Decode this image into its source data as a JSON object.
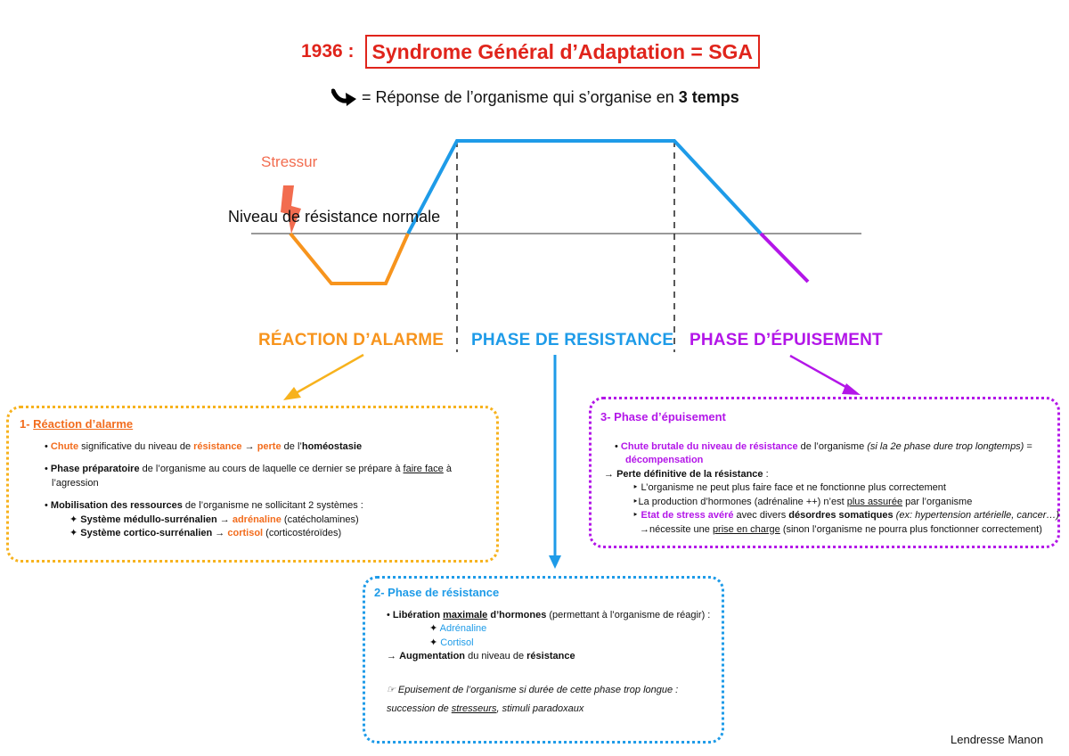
{
  "header": {
    "year": "1936 :",
    "title": "Syndrome Général d’Adaptation = SGA"
  },
  "subtitle": {
    "text": "= Réponse de l’organisme qui s’organise en ",
    "bold": "3 temps"
  },
  "curve": {
    "stressor_label": "Stressur",
    "normal_level_label": "Niveau de résistance normale"
  },
  "phases": {
    "alarm": "RÉACTION D’ALARME",
    "resistance": "PHASE DE RESISTANCE",
    "exhaustion": "PHASE D’ÉPUISEMENT"
  },
  "colors": {
    "title": "#e0241b",
    "alarm": "#f7941d",
    "resistance": "#1e9be8",
    "exhaustion": "#b316e8",
    "stressor": "#f26c4f"
  },
  "box1": {
    "num": "1- ",
    "title": "Réaction d’alarme",
    "b1": {
      "w1": "Chute",
      "t1": " significative du niveau de ",
      "w2": "résistance",
      "t2": " → ",
      "w3": "perte",
      "t3": " de l’",
      "w4": "homéostasie"
    },
    "b2": {
      "w1": "Phase préparatoire",
      "t1": " de l’organisme au cours de laquelle ce dernier se prépare à ",
      "u1": "faire face",
      "t2": " à",
      "line2": "l’agression"
    },
    "b3": {
      "w1": "Mobilisation des ressources",
      "t1": " de l’organisme ne sollicitant 2 systèmes :"
    },
    "s1": {
      "w1": "Système  médullo-surrénalien →",
      "w2": "adrénaline",
      "t1": " (catécholamines)"
    },
    "s2": {
      "w1": "Système cortico-surrénalien →",
      "w2": "cortisol",
      "t1": " (corticostéroïdes)"
    }
  },
  "box2": {
    "title": "2- Phase de résistance",
    "l1": {
      "w1": "Libération ",
      "u1": "maximale",
      "w2": " d’hormones",
      "t1": " (permettant à l’organisme de réagir) :"
    },
    "l2": "Adrénaline",
    "l3": "Cortisol",
    "l4": {
      "t1": "→ ",
      "w1": "Augmentation",
      "t2": " du niveau de ",
      "w2": "résistance"
    },
    "note1": "☞ Epuisement de l’organisme si durée de cette phase trop longue :",
    "note2a": "succession de ",
    "note2u": "stresseurs",
    "note2b": ", stimuli paradoxaux"
  },
  "box3": {
    "title": "3- Phase d’épuisement",
    "l1": {
      "w1": "Chute brutale du niveau de résistance",
      "t1": " de l’organisme ",
      "i1": "(si la 2e phase dure trop longtemps)",
      "t2": " ="
    },
    "l2": "décompensation",
    "l3": {
      "t1": "→ ",
      "w1": "Perte définitive de la résistance",
      "t2": " :"
    },
    "l4": "‣ L’organisme ne peut plus faire face et ne fonctionne plus correctement",
    "l5": {
      "t1": "‣La production d’hormones (adrénaline ++) n’est ",
      "u1": "plus assurée",
      "t2": " par l’organisme"
    },
    "l6": {
      "t1": "‣ ",
      "w1": "Etat de stress avéré",
      "t2": " avec divers ",
      "w2": "désordres somatiques",
      "i1": " (ex: hypertension artérielle, cancer…)"
    },
    "l7": {
      "t1": "→nécessite une ",
      "u1": "prise en charge",
      "t2": " (sinon l’organisme ne pourra plus fonctionner correctement)"
    }
  },
  "credit": "Lendresse Manon"
}
